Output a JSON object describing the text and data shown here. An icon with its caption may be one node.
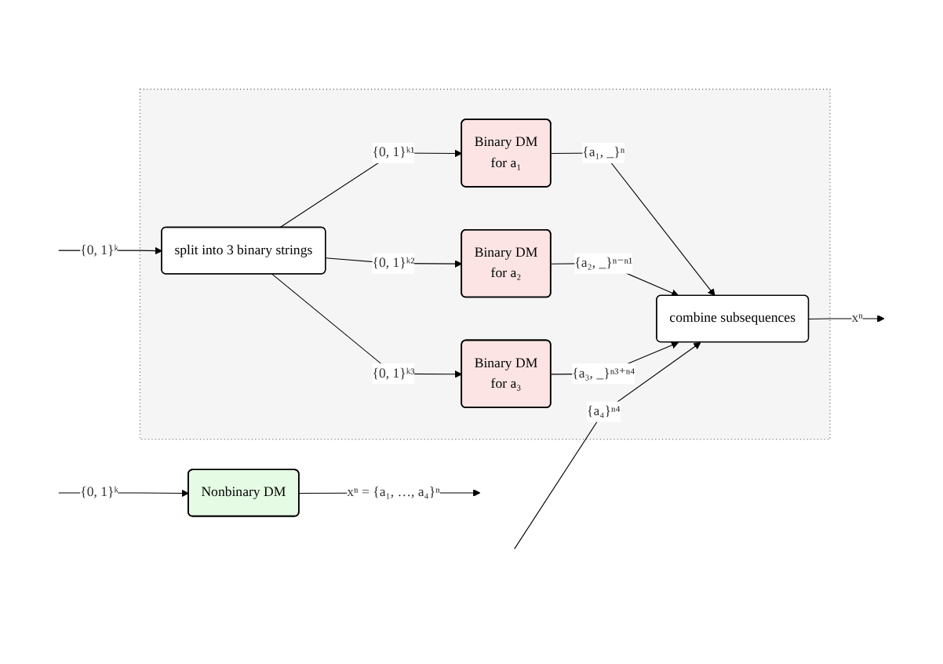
{
  "diagram": {
    "nodes": [
      {
        "text": [
          "Nonbinary DM"
        ]
      },
      {
        "text": [],
        "shape": "box"
      },
      {
        "text": [
          "split into 3 binary strings"
        ],
        "in": 1
      },
      {
        "text": [
          "Binary DM",
          "for a₁"
        ],
        "in": 1
      },
      {
        "text": [
          "Binary DM",
          "for a₂"
        ],
        "in": 1
      },
      {
        "text": [
          "Binary DM",
          "for a₃"
        ],
        "in": 1
      },
      {
        "text": [
          "combine subsequences"
        ],
        "in": 1
      }
    ],
    "edges": [
      {
        "from": null,
        "to": 0,
        "arrow": "to",
        "label": "{0, 1}ᵏ"
      },
      {
        "from": 0,
        "to": null,
        "arrow": "to",
        "label": "xⁿ = {a₁, …, a₄}ⁿ"
      },
      {
        "from": null,
        "to": 2,
        "arrow": "to",
        "label": "{0, 1}ᵏ"
      },
      {
        "from": 2,
        "to": 3,
        "arrow": "to",
        "label": "{0, 1}ᵏ¹"
      },
      {
        "from": 2,
        "to": 4,
        "arrow": "to",
        "label": "{0, 1}ᵏ²"
      },
      {
        "from": 2,
        "to": 5,
        "arrow": "to",
        "label": "{0, 1}ᵏ³"
      },
      {
        "from": 3,
        "to": 6,
        "arrow": "to",
        "label": "{a₁, _}ⁿ"
      },
      {
        "from": 4,
        "to": 6,
        "arrow": "to",
        "label": "{a₂, _}ⁿ⁻ⁿ¹"
      },
      {
        "from": 5,
        "to": 6,
        "arrow": "to",
        "label": "{a₃, _}ⁿ³⁺ⁿ⁴"
      },
      {
        "from": null,
        "to": 6,
        "arrow": "to",
        "label": "{a₄}ⁿ⁴"
      },
      {
        "from": 6,
        "to": null,
        "arrow": "to",
        "label": "xⁿ"
      }
    ]
  }
}
